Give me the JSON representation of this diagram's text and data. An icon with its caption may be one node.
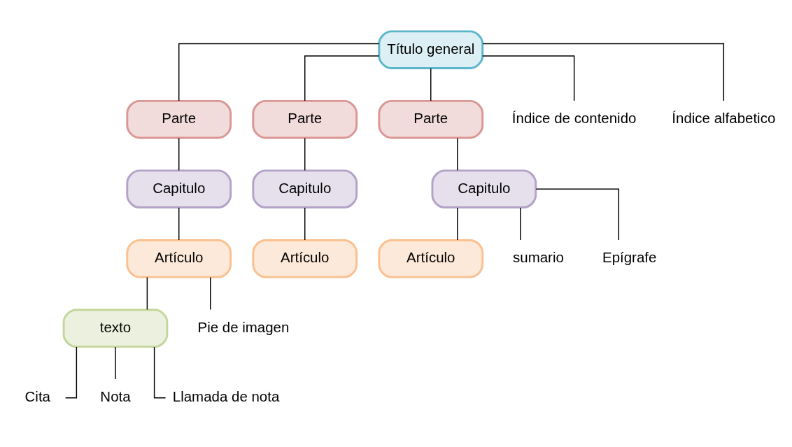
{
  "diagram": {
    "nodes": [
      {
        "text": [
          "Título general"
        ]
      },
      {
        "text": [
          "Parte"
        ]
      },
      {
        "text": [
          "Parte"
        ]
      },
      {
        "text": [
          "Parte"
        ]
      },
      {
        "text": [
          "Capitulo"
        ]
      },
      {
        "text": [
          "Capitulo"
        ]
      },
      {
        "text": [
          "Capitulo"
        ]
      },
      {
        "text": [
          "Artículo"
        ]
      },
      {
        "text": [
          "Artículo"
        ]
      },
      {
        "text": [
          "Artículo"
        ]
      },
      {
        "text": [
          "texto"
        ]
      },
      {
        "text": [
          "Cita"
        ]
      },
      {
        "text": [
          "Nota"
        ]
      },
      {
        "text": [
          "Llamada de nota"
        ]
      },
      {
        "text": [
          "Pie de imagen"
        ]
      },
      {
        "text": [
          "sumario"
        ]
      },
      {
        "text": [
          "Epígrafe"
        ]
      },
      {
        "text": [
          "Índice de contenido"
        ]
      },
      {
        "text": [
          "Índice alfabetico"
        ]
      }
    ],
    "edges": [
      {
        "from": 0,
        "to": 1,
        "arrow": "none"
      },
      {
        "from": 0,
        "to": 2,
        "arrow": "none"
      },
      {
        "from": 0,
        "to": 3,
        "arrow": "none"
      },
      {
        "from": 0,
        "to": 17,
        "arrow": "none"
      },
      {
        "from": 0,
        "to": 18,
        "arrow": "none"
      },
      {
        "from": 1,
        "to": 4,
        "arrow": "none"
      },
      {
        "from": 2,
        "to": 5,
        "arrow": "none"
      },
      {
        "from": 3,
        "to": 6,
        "arrow": "none"
      },
      {
        "from": 4,
        "to": 7,
        "arrow": "none"
      },
      {
        "from": 5,
        "to": 8,
        "arrow": "none"
      },
      {
        "from": 6,
        "to": 9,
        "arrow": "none"
      },
      {
        "from": 6,
        "to": 15,
        "arrow": "none"
      },
      {
        "from": 6,
        "to": 16,
        "arrow": "none"
      },
      {
        "from": 7,
        "to": 10,
        "arrow": "none"
      },
      {
        "from": 7,
        "to": 14,
        "arrow": "none"
      },
      {
        "from": 10,
        "to": 11,
        "arrow": "none"
      },
      {
        "from": 10,
        "to": 12,
        "arrow": "none"
      },
      {
        "from": 10,
        "to": 13,
        "arrow": "none"
      }
    ]
  }
}
